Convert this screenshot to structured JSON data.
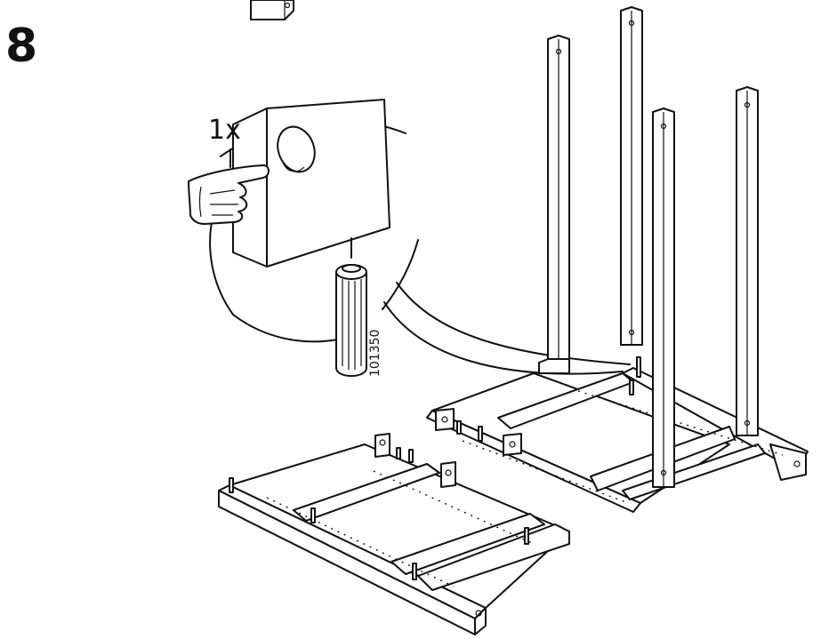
{
  "step": {
    "number": "8"
  },
  "detail": {
    "quantity_label": "1x"
  },
  "part": {
    "number": "101350"
  },
  "parts": {
    "dowel": {
      "count": 1
    },
    "upright_legs": {
      "count": 4
    }
  }
}
